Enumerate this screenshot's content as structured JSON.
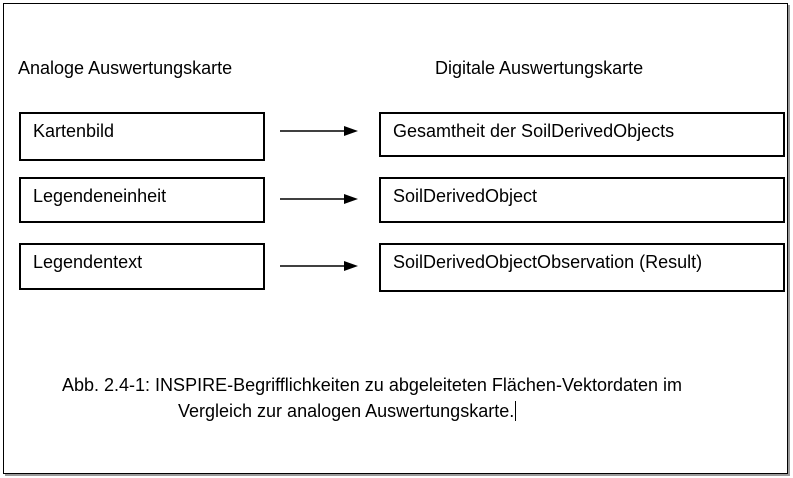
{
  "headings": {
    "left": "Analoge Auswertungskarte",
    "right": "Digitale Auswertungskarte"
  },
  "rows": [
    {
      "left": "Kartenbild",
      "right": "Gesamtheit der SoilDerivedObjects"
    },
    {
      "left": "Legendeneinheit",
      "right": "SoilDerivedObject"
    },
    {
      "left": "Legendentext",
      "right": "SoilDerivedObjectObservation (Result)"
    }
  ],
  "caption": {
    "line1": "Abb. 2.4-1: INSPIRE-Begrifflichkeiten zu abgeleiteten Flächen-Vektordaten im",
    "line2": "Vergleich zur analogen Auswertungskarte."
  }
}
